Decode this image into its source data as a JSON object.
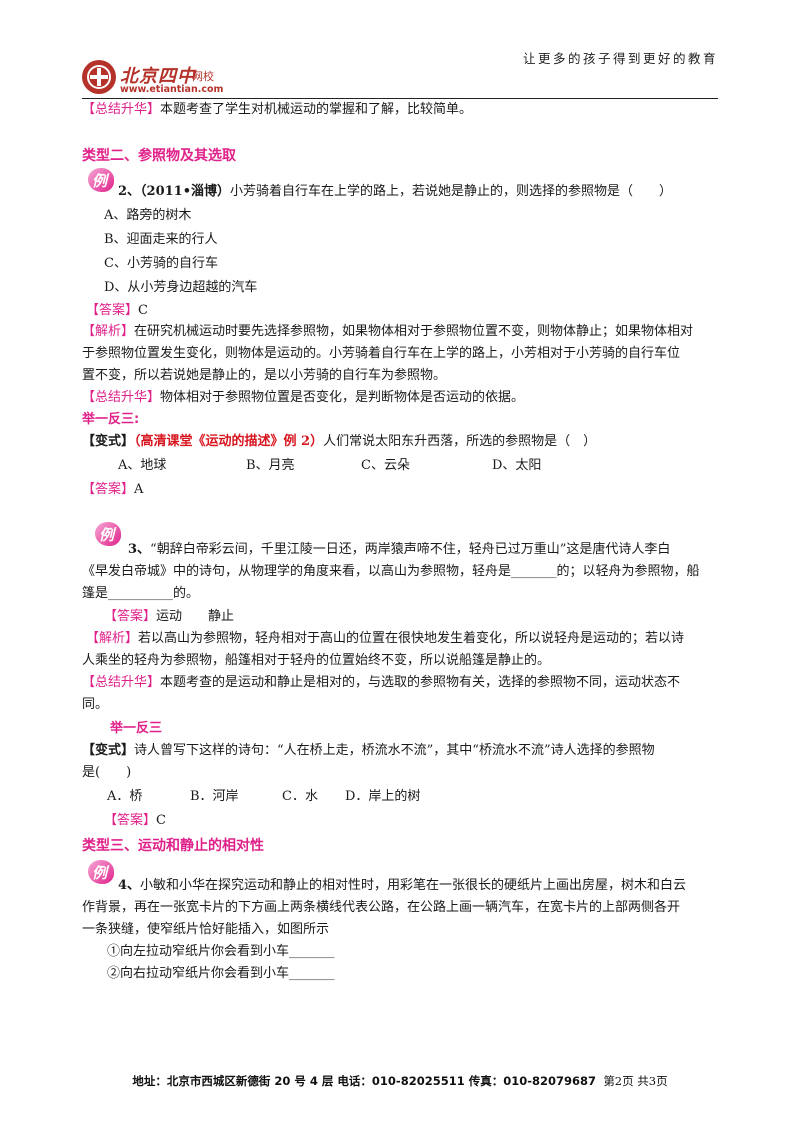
{
  "header": {
    "slogan": "让更多的孩子得到更好的教育",
    "logo_name": "北京四中",
    "logo_sub": "网校",
    "logo_url": "www.etiantian.com"
  },
  "content": {
    "l01_tag": "【总结升华】",
    "l01_text": "本题考查了学生对机械运动的掌握和了解，比较简单。",
    "sec2_title": "类型二、参照物及其选取",
    "badge": "例",
    "q2_num": "2、",
    "q2_src": "（2011•淄博）",
    "q2_text": "小芳骑着自行车在上学的路上，若说她是静止的，则选择的参照物是（　　）",
    "q2_a": "A、路旁的树木",
    "q2_b": "B、迎面走来的行人",
    "q2_c": "C、小芳骑的自行车",
    "q2_d": "D、从小芳身边超越的汽车",
    "ans_tag": "【答案】",
    "q2_ans": "C",
    "jx_tag": "【解析】",
    "q2_jx1": "在研究机械运动时要先选择参照物，如果物体相对于参照物位置不变，则物体静止；如果物体相对",
    "q2_jx2": "于参照物位置发生变化，则物体是运动的。小芳骑着自行车在上学的路上，小芳相对于小芳骑的自行车位",
    "q2_jx3": "置不变，所以若说她是静止的，是以小芳骑的自行车为参照物。",
    "zj_tag": "【总结升华】",
    "q2_zj": "物体相对于参照物位置是否变化，是判断物体是否运动的依据。",
    "jyfs1": "举一反三:",
    "bs_tag": "【变式】",
    "bs1_src": "（高清课堂《运动的描述》例 2）",
    "bs1_text": "人们常说太阳东升西落，所选的参照物是（　）",
    "bs1_a": "A、地球",
    "bs1_b": "B、月亮",
    "bs1_c": "C、云朵",
    "bs1_d": "D、太阳",
    "bs1_ans": "A",
    "q3_num": "3、",
    "q3_l1": "“朝辞白帝彩云间，千里江陵一日还，两岸猿声啼不住，轻舟已过万重山”这是唐代诗人李白",
    "q3_l2": "《早发白帝城》中的诗句，从物理学的角度来看，以高山为参照物，轻舟是_______的；以轻舟为参照物，船",
    "q3_l3": "篷是__________的。",
    "q3_ans": "运动　　静止",
    "q3_jx1": "若以高山为参照物，轻舟相对于高山的位置在很快地发生着变化，所以说轻舟是运动的；若以诗",
    "q3_jx2": "人乘坐的轻舟为参照物，船篷相对于轻舟的位置始终不变，所以说船篷是静止的。",
    "q3_zj1": "本题考查的是运动和静止是相对的，与选取的参照物有关，选择的参照物不同，运动状态不",
    "q3_zj2": "同。",
    "jyfs2": "举一反三",
    "bs2_tag": "【变式】",
    "bs2_l1": "诗人曾写下这样的诗句：“人在桥上走，桥流水不流”，其中“桥流水不流”诗人选择的参照物",
    "bs2_l2": "是(　　)",
    "bs2_a": "A．桥",
    "bs2_b": "B．河岸",
    "bs2_c": "C．水",
    "bs2_d": "D．岸上的树",
    "bs2_ans": "C",
    "sec3_title": "类型三、运动和静止的相对性",
    "q4_num": "4、",
    "q4_l1": "小敏和小华在探究运动和静止的相对性时，用彩笔在一张很长的硬纸片上画出房屋，树木和白云",
    "q4_l2": "作背景，再在一张宽卡片的下方画上两条横线代表公路，在公路上画一辆汽车，在宽卡片的上部两侧各开",
    "q4_l3": "一条狭缝，使窄纸片恰好能插入，如图所示",
    "q4_s1": "①向左拉动窄纸片你会看到小车_______",
    "q4_s2": "②向右拉动窄纸片你会看到小车_______"
  },
  "footer": {
    "address": "地址：北京市西城区新德街 20 号 4 层  电话：010-82025511  传真：010-82079687",
    "page": "第2页 共3页"
  }
}
